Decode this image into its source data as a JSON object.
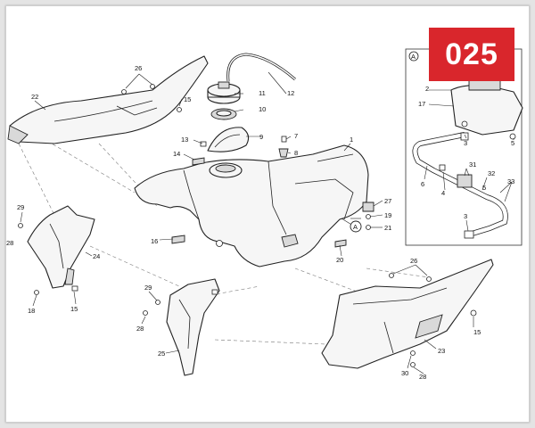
{
  "badge": {
    "text": "025",
    "color": "#d9262c"
  },
  "detail_view": {
    "marker": "A"
  },
  "callouts": {
    "n1": "1",
    "n2": "2",
    "n3a": "3",
    "n3b": "3",
    "n4": "4",
    "n5a": "5",
    "n5b": "5",
    "n6": "6",
    "n7": "7",
    "n8": "8",
    "n9": "9",
    "n10": "10",
    "n11": "11",
    "n12": "12",
    "n13": "13",
    "n14": "14",
    "n15a": "15",
    "n15b": "15",
    "n15c": "15",
    "n16": "16",
    "n17": "17",
    "n18": "18",
    "n19": "19",
    "n20": "20",
    "n21": "21",
    "n22": "22",
    "n23": "23",
    "n24": "24",
    "n25": "25",
    "n26a": "26",
    "n26b": "26",
    "n27": "27",
    "n28a": "28",
    "n28b": "28",
    "n28c": "28",
    "n29a": "29",
    "n29b": "29",
    "n30": "30",
    "n31": "31",
    "n32": "32",
    "n33": "33",
    "markerA": "A"
  }
}
